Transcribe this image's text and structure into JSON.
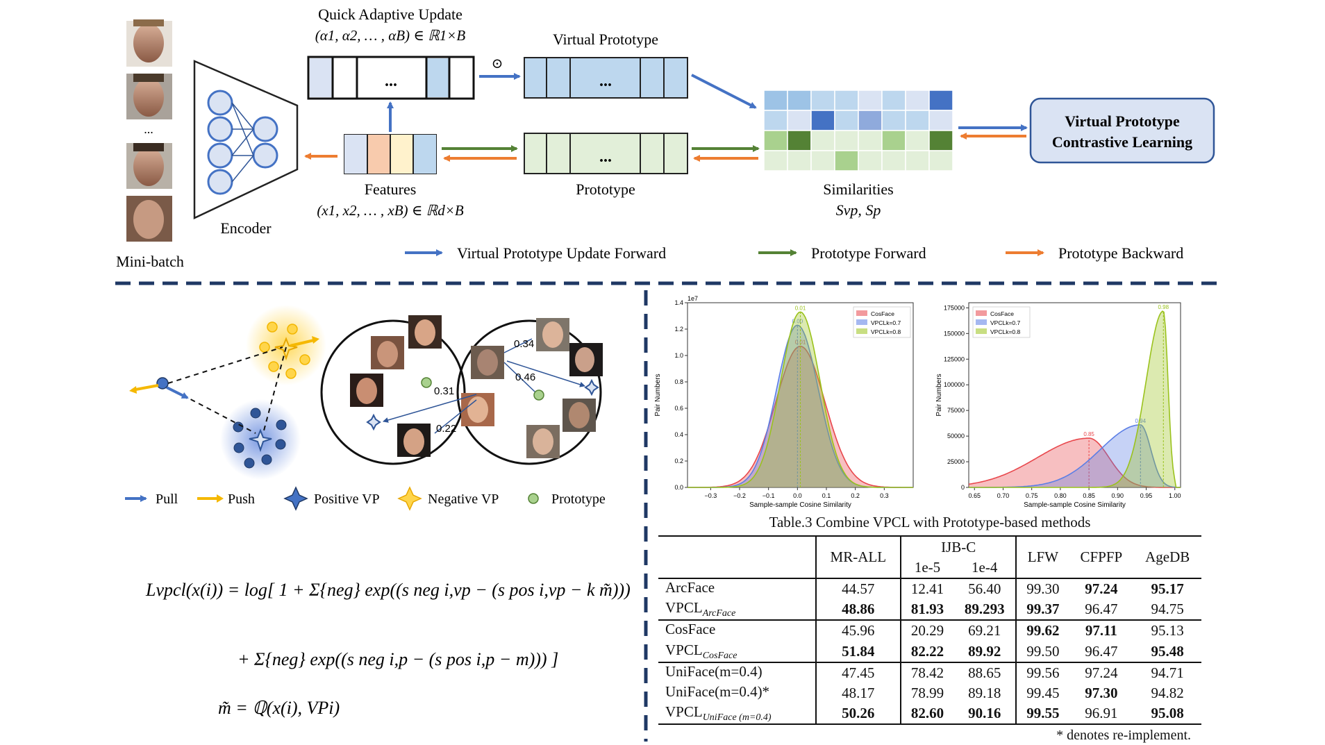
{
  "pipeline": {
    "minibatch_label": "Mini-batch",
    "ellipsis": "...",
    "encoder_label": "Encoder",
    "qau_title": "Quick Adaptive Update",
    "qau_formula": "(α1, α2, … , αB) ∈ ℝ1×B",
    "hadamard": "⊙",
    "vp_label": "Virtual Prototype",
    "features_label": "Features",
    "features_formula": "(x1, x2, … , xB) ∈ ℝd×B",
    "prototype_label": "Prototype",
    "similarities_label": "Similarities",
    "similarities_formula": "Svp, Sp",
    "vpcl_box": [
      "Virtual Prototype",
      "Contrastive Learning"
    ],
    "legend": [
      "Virtual Prototype Update Forward",
      "Prototype Forward",
      "Prototype Backward"
    ],
    "colors": {
      "blue": "#4472c4",
      "green": "#548235",
      "orange": "#ed7d31",
      "navy": "#1f3864"
    }
  },
  "illustration": {
    "legend": [
      "Pull",
      "Push",
      "Positive VP",
      "Negative VP",
      "Prototype"
    ],
    "similarity_values": [
      "0.34",
      "0.46",
      "0.31",
      "0.22"
    ]
  },
  "equation": {
    "line1": "Lvpcl(x(i)) = log[ 1 + Σ{neg} exp((s neg i,vp − (s pos i,vp − k m̃))) ",
    "line2": "+ Σ{neg} exp((s neg i,p − (s pos i,p − m))) ]",
    "line3": "m̃ = ℚ(x(i), VPi)"
  },
  "chart_data": [
    {
      "type": "area",
      "xlabel": "Sample-sample Cosine Similarity",
      "ylabel": "Pair Numbers",
      "y_offset_label": "1e7",
      "xlim": [
        -0.38,
        0.4
      ],
      "ylim": [
        0,
        1.4
      ],
      "xticks": [
        "−0.3",
        "−0.2",
        "−0.1",
        "0.0",
        "0.1",
        "0.2",
        "0.3"
      ],
      "yticks": [
        "0.0",
        "0.2",
        "0.4",
        "0.6",
        "0.8",
        "1.0",
        "1.2",
        "1.4"
      ],
      "series": [
        {
          "name": "CosFace",
          "color": "#e8474c",
          "peak_x": 0.01,
          "peak_y": 1.07,
          "sigma": 0.085
        },
        {
          "name": "VPCLk=0.7",
          "color": "#5b7ee5",
          "peak_x": 0.0,
          "peak_y": 1.23,
          "sigma": 0.072
        },
        {
          "name": "VPCLk=0.8",
          "color": "#9ac21c",
          "peak_x": 0.01,
          "peak_y": 1.33,
          "sigma": 0.068
        }
      ],
      "peak_labels": [
        "0.01",
        "0.00",
        "0.01"
      ],
      "legend_position": "top-right"
    },
    {
      "type": "area",
      "xlabel": "Sample-sample Cosine Similarity",
      "ylabel": "Pair Numbers",
      "xlim": [
        0.64,
        1.01
      ],
      "ylim": [
        0,
        180000
      ],
      "xticks": [
        "0.65",
        "0.70",
        "0.75",
        "0.80",
        "0.85",
        "0.90",
        "0.95",
        "1.00"
      ],
      "yticks": [
        "0",
        "25000",
        "50000",
        "75000",
        "100000",
        "125000",
        "150000",
        "175000"
      ],
      "series": [
        {
          "name": "CosFace",
          "color": "#e8474c",
          "peak_x": 0.85,
          "peak_y": 48000
        },
        {
          "name": "VPCLk=0.7",
          "color": "#5b7ee5",
          "peak_x": 0.94,
          "peak_y": 61000
        },
        {
          "name": "VPCLk=0.8",
          "color": "#9ac21c",
          "peak_x": 0.98,
          "peak_y": 172000
        }
      ],
      "peak_labels": [
        "0.85",
        "0.94",
        "0.98"
      ],
      "legend_position": "top-left"
    },
    {
      "type": "table",
      "title": "Table.3 Combine VPCL with Prototype-based methods",
      "group_header": "IJB-C",
      "columns": [
        "MR-ALL",
        "1e-5",
        "1e-4",
        "LFW",
        "CFPFP",
        "AgeDB"
      ],
      "rows": [
        {
          "name": "ArcFace",
          "sub": "",
          "values": [
            "44.57",
            "12.41",
            "56.40",
            "99.30",
            "97.24",
            "95.17"
          ],
          "bold": [
            false,
            false,
            false,
            false,
            true,
            true
          ]
        },
        {
          "name": "VPCL",
          "sub": "ArcFace",
          "values": [
            "48.86",
            "81.93",
            "89.293",
            "99.37",
            "96.47",
            "94.75"
          ],
          "bold": [
            true,
            true,
            true,
            true,
            false,
            false
          ]
        },
        {
          "name": "CosFace",
          "sub": "",
          "values": [
            "45.96",
            "20.29",
            "69.21",
            "99.62",
            "97.11",
            "95.13"
          ],
          "bold": [
            false,
            false,
            false,
            true,
            true,
            false
          ]
        },
        {
          "name": "VPCL",
          "sub": "CosFace",
          "values": [
            "51.84",
            "82.22",
            "89.92",
            "99.50",
            "96.47",
            "95.48"
          ],
          "bold": [
            true,
            true,
            true,
            false,
            false,
            true
          ]
        },
        {
          "name": "UniFace(m=0.4)",
          "sub": "",
          "values": [
            "47.45",
            "78.42",
            "88.65",
            "99.56",
            "97.24",
            "94.71"
          ],
          "bold": [
            false,
            false,
            false,
            false,
            false,
            false
          ]
        },
        {
          "name": "UniFace(m=0.4)*",
          "sub": "",
          "values": [
            "48.17",
            "78.99",
            "89.18",
            "99.45",
            "97.30",
            "94.82"
          ],
          "bold": [
            false,
            false,
            false,
            false,
            true,
            false
          ]
        },
        {
          "name": "VPCL",
          "sub": "UniFace (m=0.4)",
          "values": [
            "50.26",
            "82.60",
            "90.16",
            "99.55",
            "96.91",
            "95.08"
          ],
          "bold": [
            true,
            true,
            true,
            true,
            false,
            true
          ]
        }
      ],
      "footnote": "* denotes re-implement."
    }
  ]
}
